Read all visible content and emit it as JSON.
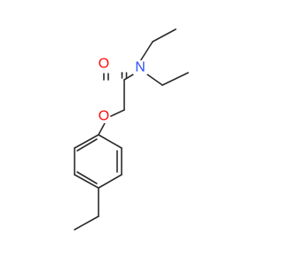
{
  "structure": {
    "atoms": [
      {
        "id": "O1",
        "label": "O",
        "color": "#ff0d0d"
      },
      {
        "id": "N1",
        "label": "N",
        "color": "#3050f8"
      },
      {
        "id": "O2",
        "label": "O",
        "color": "#ff0d0d"
      }
    ]
  }
}
